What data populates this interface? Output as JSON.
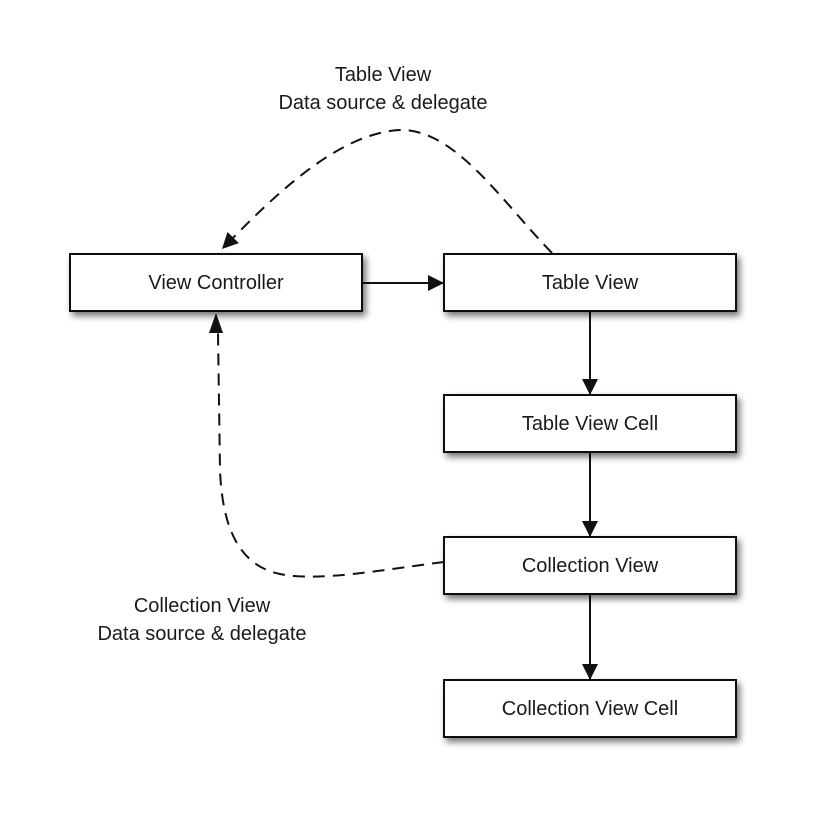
{
  "diagram": {
    "nodes": [
      {
        "id": "view_controller",
        "label": "View Controller"
      },
      {
        "id": "table_view",
        "label": "Table View"
      },
      {
        "id": "table_view_cell",
        "label": "Table View Cell"
      },
      {
        "id": "collection_view",
        "label": "Collection View"
      },
      {
        "id": "collection_view_cell",
        "label": "Collection View Cell"
      }
    ],
    "edges": [
      {
        "from": "view_controller",
        "to": "table_view",
        "style": "solid"
      },
      {
        "from": "table_view",
        "to": "table_view_cell",
        "style": "solid"
      },
      {
        "from": "table_view_cell",
        "to": "collection_view",
        "style": "solid"
      },
      {
        "from": "collection_view",
        "to": "collection_view_cell",
        "style": "solid"
      },
      {
        "from": "table_view",
        "to": "view_controller",
        "style": "dashed",
        "label": [
          "Table View",
          "Data source & delegate"
        ]
      },
      {
        "from": "collection_view",
        "to": "view_controller",
        "style": "dashed",
        "label": [
          "Collection View",
          "Data source & delegate"
        ]
      }
    ],
    "colors": {
      "stroke": "#111111",
      "fill": "#ffffff",
      "text": "#1a1a1a"
    }
  }
}
